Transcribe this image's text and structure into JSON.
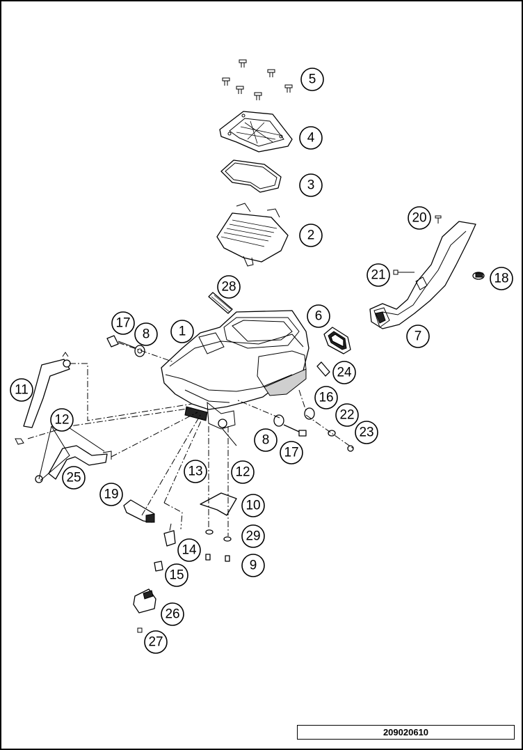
{
  "drawing_number": "209020610",
  "callouts": [
    "1",
    "2",
    "3",
    "4",
    "5",
    "6",
    "7",
    "8",
    "8",
    "9",
    "10",
    "11",
    "12",
    "12",
    "12",
    "13",
    "14",
    "15",
    "16",
    "17",
    "17",
    "18",
    "19",
    "20",
    "21",
    "22",
    "23",
    "24",
    "25",
    "26",
    "27",
    "28",
    "29"
  ]
}
